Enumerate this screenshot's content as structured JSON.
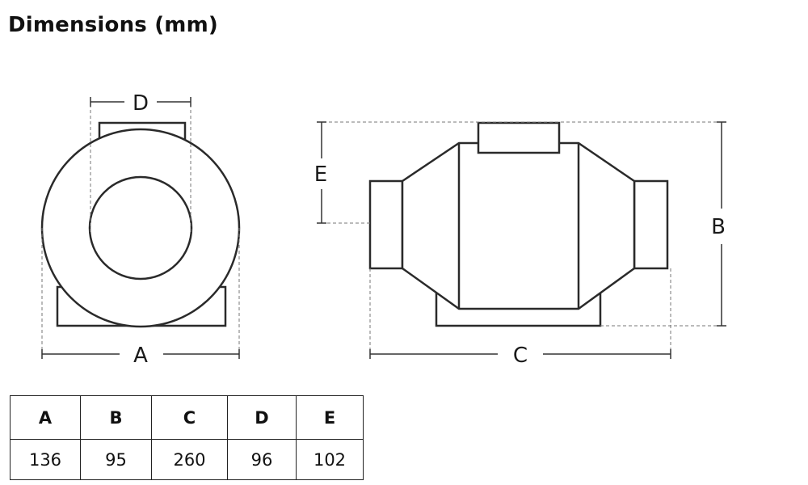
{
  "title": "Dimensions (mm)",
  "labels": {
    "a": "A",
    "b": "B",
    "c": "C",
    "d": "D",
    "e": "E"
  },
  "table": {
    "headers": [
      "A",
      "B",
      "C",
      "D",
      "E"
    ],
    "values": [
      "136",
      "95",
      "260",
      "96",
      "102"
    ]
  }
}
